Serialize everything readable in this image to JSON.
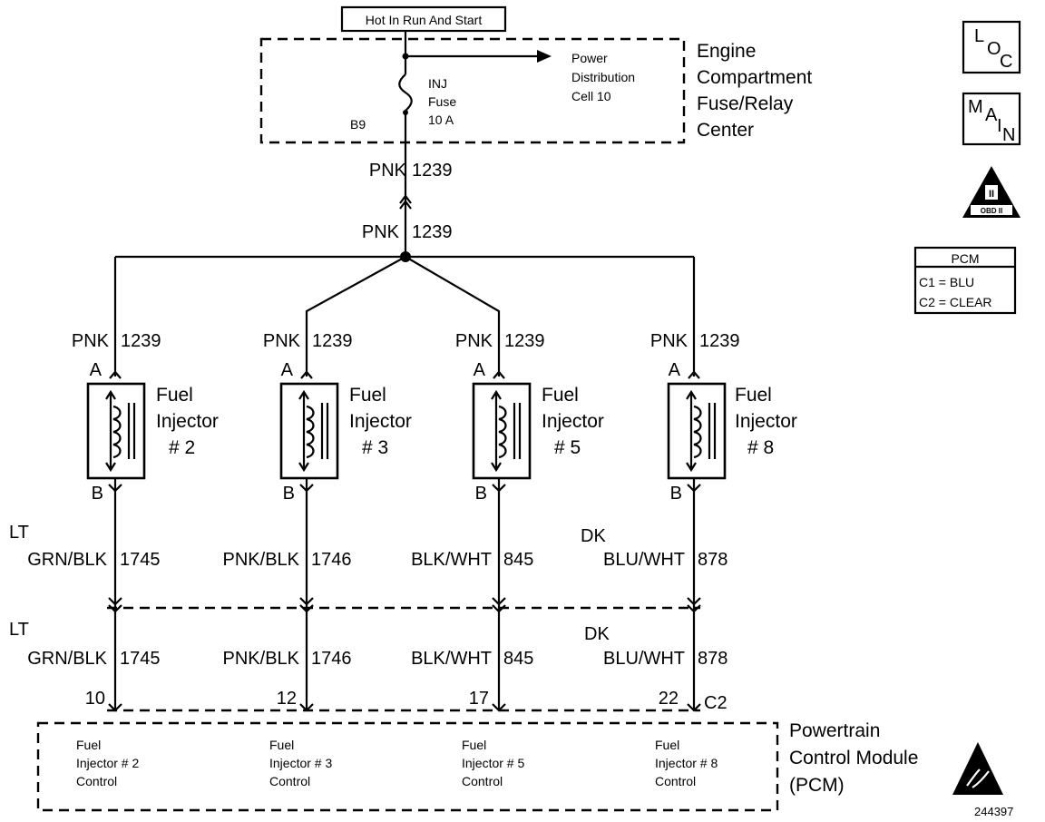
{
  "top": {
    "power_label": "Hot In Run And Start",
    "fuse_name": "INJ",
    "fuse_word": "Fuse",
    "fuse_rating": "10 A",
    "fuse_pin": "B9",
    "pd_line1": "Power",
    "pd_line2": "Distribution",
    "pd_line3": "Cell 10",
    "center_line1": "Engine",
    "center_line2": "Compartment",
    "center_line3": "Fuse/Relay",
    "center_line4": "Center"
  },
  "feed": {
    "wire1_color": "PNK",
    "wire1_circuit": "1239",
    "wire2_color": "PNK",
    "wire2_circuit": "1239"
  },
  "injectors": [
    {
      "in_color": "PNK",
      "in_circuit": "1239",
      "pin_a": "A",
      "pin_b": "B",
      "label1": "Fuel",
      "label2": "Injector",
      "label3": "# 2",
      "out_color_top": "LT",
      "out_color": "GRN/BLK",
      "out_circuit": "1745",
      "pcm_color_top": "LT",
      "pcm_color": "GRN/BLK",
      "pcm_circuit": "1745",
      "pcm_pin": "10",
      "ctrl1": "Fuel",
      "ctrl2": "Injector # 2",
      "ctrl3": "Control"
    },
    {
      "in_color": "PNK",
      "in_circuit": "1239",
      "pin_a": "A",
      "pin_b": "B",
      "label1": "Fuel",
      "label2": "Injector",
      "label3": "# 3",
      "out_color_top": "",
      "out_color": "PNK/BLK",
      "out_circuit": "1746",
      "pcm_color_top": "",
      "pcm_color": "PNK/BLK",
      "pcm_circuit": "1746",
      "pcm_pin": "12",
      "ctrl1": "Fuel",
      "ctrl2": "Injector # 3",
      "ctrl3": "Control"
    },
    {
      "in_color": "PNK",
      "in_circuit": "1239",
      "pin_a": "A",
      "pin_b": "B",
      "label1": "Fuel",
      "label2": "Injector",
      "label3": "# 5",
      "out_color_top": "",
      "out_color": "BLK/WHT",
      "out_circuit": "845",
      "pcm_color_top": "",
      "pcm_color": "BLK/WHT",
      "pcm_circuit": "845",
      "pcm_pin": "17",
      "ctrl1": "Fuel",
      "ctrl2": "Injector # 5",
      "ctrl3": "Control"
    },
    {
      "in_color": "PNK",
      "in_circuit": "1239",
      "pin_a": "A",
      "pin_b": "B",
      "label1": "Fuel",
      "label2": "Injector",
      "label3": "# 8",
      "out_color_top": "DK",
      "out_color": "BLU/WHT",
      "out_circuit": "878",
      "pcm_color_top": "DK",
      "pcm_color": "BLU/WHT",
      "pcm_circuit": "878",
      "pcm_pin": "22",
      "ctrl1": "Fuel",
      "ctrl2": "Injector # 8",
      "ctrl3": "Control"
    }
  ],
  "pcm": {
    "connector": "C2",
    "line1": "Powertrain",
    "line2": "Control Module",
    "line3": "(PCM)"
  },
  "legend": {
    "loc_l": "L",
    "loc_o": "O",
    "loc_c": "C",
    "main_m": "M",
    "main_a": "A",
    "main_i": "I",
    "main_n": "N",
    "obd_top": "II",
    "obd_bottom": "OBD II",
    "pcm_title": "PCM",
    "pcm_c1": "C1 = BLU",
    "pcm_c2": "C2 = CLEAR"
  },
  "figure_number": "244397"
}
